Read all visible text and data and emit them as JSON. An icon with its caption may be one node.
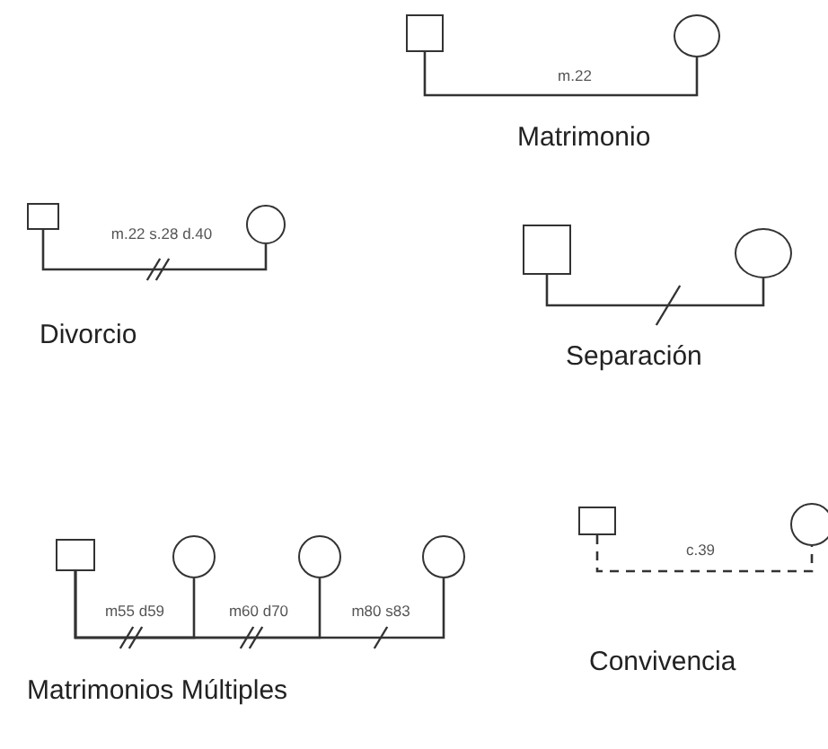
{
  "diagram": {
    "nodes": [
      {
        "text": [],
        "shape": "box"
      },
      {
        "text": [],
        "shape": "circle"
      },
      {
        "text": [],
        "shape": "box"
      },
      {
        "text": [],
        "shape": "circle"
      },
      {
        "text": [],
        "shape": "box"
      },
      {
        "text": [],
        "shape": "circle"
      },
      {
        "text": [],
        "shape": "box"
      },
      {
        "text": [],
        "shape": "circle"
      },
      {
        "text": [],
        "shape": "circle"
      },
      {
        "text": [],
        "shape": "circle"
      },
      {
        "text": [],
        "shape": "box"
      },
      {
        "text": [],
        "shape": "circle"
      }
    ],
    "edges": [
      {
        "from": 0,
        "to": 1,
        "arrow": "none",
        "label": "m.22"
      },
      {
        "from": 2,
        "to": 3,
        "arrow": "none",
        "label": "m.22 s.28 d.40"
      },
      {
        "from": 4,
        "to": 5,
        "arrow": "none"
      },
      {
        "from": 6,
        "to": 7,
        "arrow": "none",
        "label": "m55 d59"
      },
      {
        "from": 6,
        "to": 8,
        "arrow": "none",
        "label": "m60 d70"
      },
      {
        "from": 6,
        "to": 9,
        "arrow": "none",
        "label": "m80 s83"
      },
      {
        "from": 10,
        "to": 11,
        "arrow": "none",
        "label": "c.39",
        "style": "dashed"
      }
    ],
    "labels": [
      "Matrimonio",
      "Divorcio",
      "Separación",
      "Matrimonios Múltiples",
      "Convivencia"
    ]
  }
}
